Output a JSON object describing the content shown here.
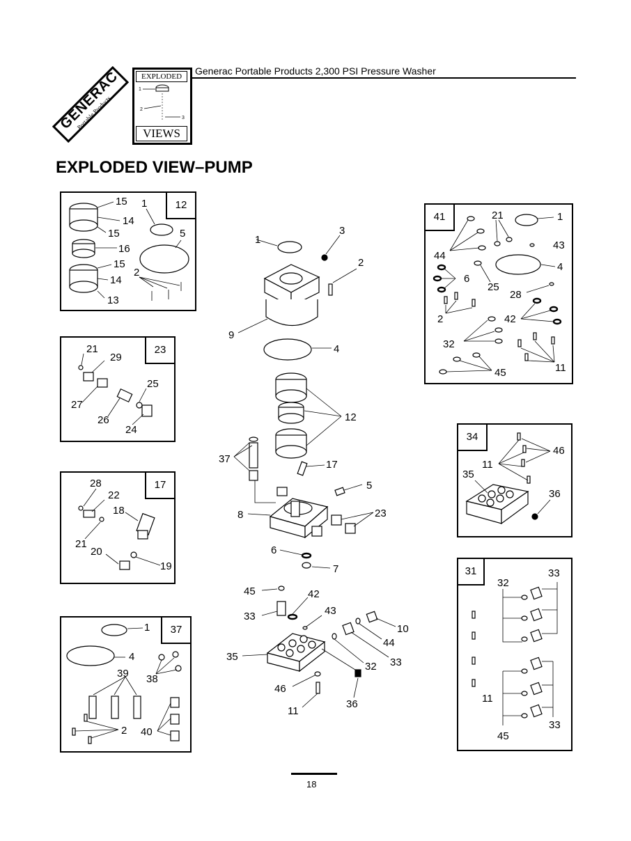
{
  "header": {
    "logo_brand": "GENERAC",
    "logo_subtitle": "Portable Products",
    "exploded_views_top": "EXPLODED",
    "exploded_views_bottom": "VIEWS",
    "document_title": "Generac Portable Products 2,300 PSI Pressure Washer"
  },
  "page_title": "EXPLODED VIEW–PUMP",
  "boxes": {
    "box_12": {
      "tag": "12",
      "labels": [
        "15",
        "1",
        "14",
        "15",
        "5",
        "16",
        "15",
        "2",
        "14",
        "13"
      ]
    },
    "box_23": {
      "tag": "23",
      "labels": [
        "21",
        "29",
        "25",
        "27",
        "26",
        "24"
      ]
    },
    "box_17": {
      "tag": "17",
      "labels": [
        "28",
        "22",
        "18",
        "21",
        "20",
        "19"
      ]
    },
    "box_37": {
      "tag": "37",
      "labels": [
        "1",
        "4",
        "39",
        "38",
        "2",
        "40"
      ]
    },
    "box_41": {
      "tag": "41",
      "labels": [
        "21",
        "1",
        "43",
        "44",
        "4",
        "6",
        "25",
        "28",
        "42",
        "2",
        "32",
        "11",
        "45"
      ]
    },
    "box_34": {
      "tag": "34",
      "labels": [
        "46",
        "11",
        "35",
        "36"
      ]
    },
    "box_31": {
      "tag": "31",
      "labels": [
        "33",
        "32",
        "11",
        "45",
        "33"
      ]
    }
  },
  "main_labels": [
    "1",
    "3",
    "2",
    "9",
    "4",
    "12",
    "37",
    "17",
    "5",
    "8",
    "23",
    "6",
    "7",
    "45",
    "42",
    "33",
    "43",
    "10",
    "44",
    "35",
    "32",
    "33",
    "46",
    "36",
    "11"
  ],
  "footer": {
    "page_number": "18"
  }
}
